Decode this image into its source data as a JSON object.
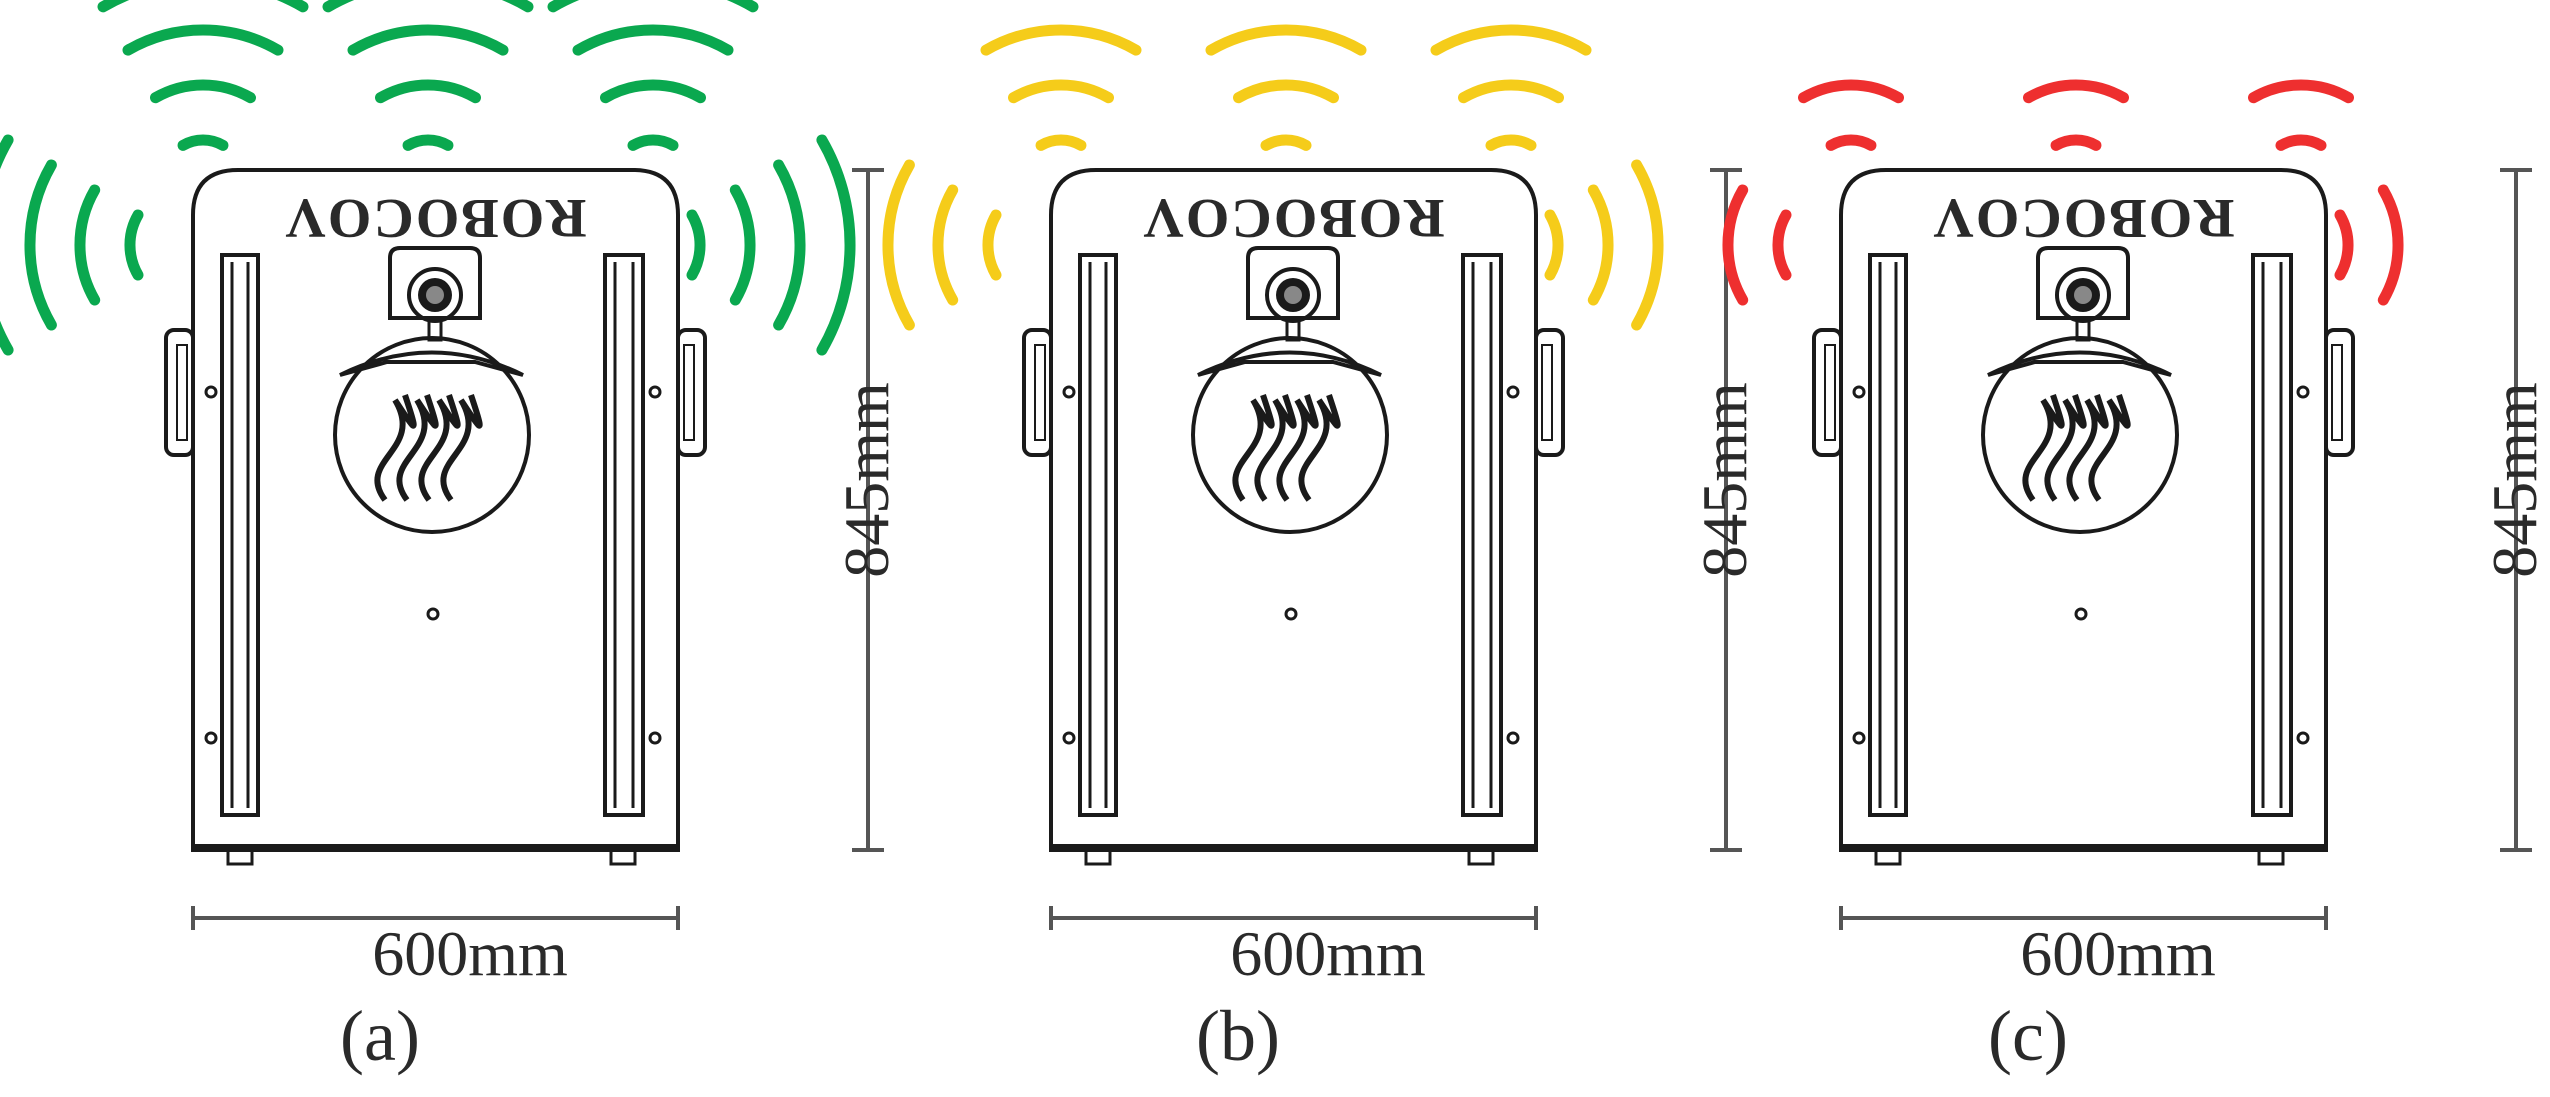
{
  "panels": [
    {
      "id": "a",
      "brand": "ROBOCOV",
      "width_label": "600mm",
      "height_label": "845mm",
      "caption": "(a)",
      "signal_color": "#0aa84f",
      "signal_level": "strong"
    },
    {
      "id": "b",
      "brand": "ROBOCOV",
      "width_label": "600mm",
      "height_label": "845mm",
      "caption": "(b)",
      "signal_color": "#f5cc1a",
      "signal_level": "medium"
    },
    {
      "id": "c",
      "brand": "ROBOCOV",
      "width_label": "600mm",
      "height_label": "845mm",
      "caption": "(c)",
      "signal_color": "#ee2f2f",
      "signal_level": "weak"
    }
  ]
}
